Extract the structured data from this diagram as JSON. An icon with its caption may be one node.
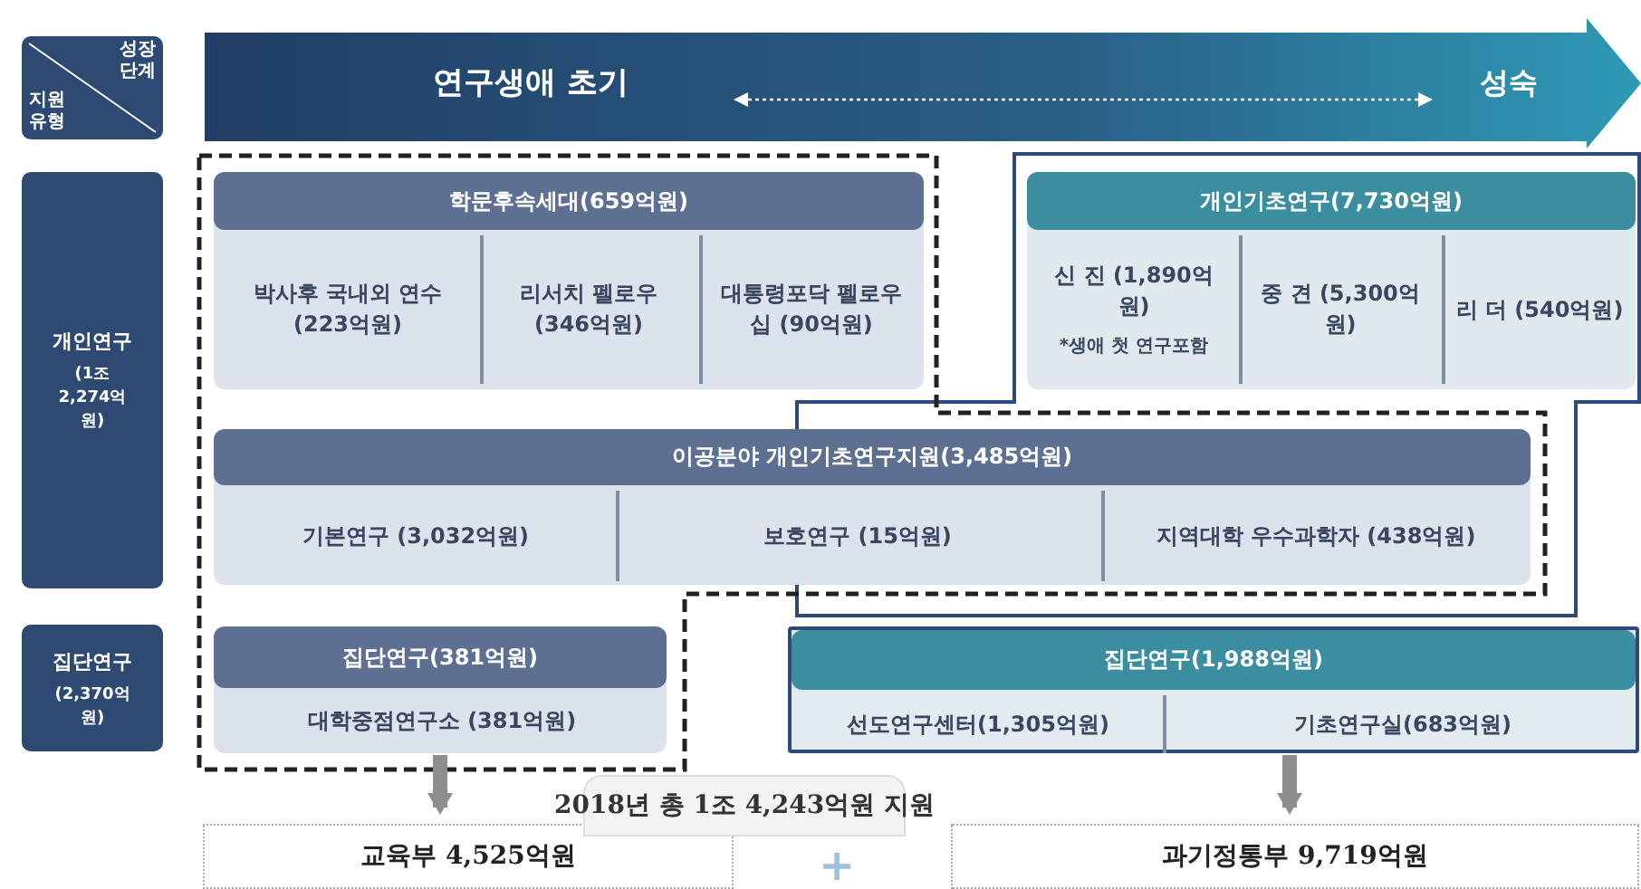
{
  "diagram": {
    "title": "2018년 총 1조 4,243억원 지원",
    "nodes": [
      {
        "text": [
          "성장 단계",
          "지원 유형"
        ]
      },
      {
        "text": [
          "연구생애 초기",
          "성숙"
        ]
      },
      {
        "text": [
          "개인연구",
          "(1조 2,274억원)"
        ]
      },
      {
        "text": [
          "집단연구",
          "(2,370억원)"
        ]
      },
      {
        "text": [
          "학문후속세대(659억원)"
        ]
      },
      {
        "text": [
          "박사후 국내외 연수 (223억원)"
        ],
        "in": 4
      },
      {
        "text": [
          "리서치 펠로우 (346억원)"
        ],
        "in": 4
      },
      {
        "text": [
          "대통령포닥 펠로우십 (90억원)"
        ],
        "in": 4
      },
      {
        "text": [
          "개인기초연구(7,730억원)"
        ]
      },
      {
        "text": [
          "신 진 (1,890억원)",
          "*생애 첫 연구포함"
        ],
        "in": 8
      },
      {
        "text": [
          "중 견 (5,300억원)"
        ],
        "in": 8
      },
      {
        "text": [
          "리 더 (540억원)"
        ],
        "in": 8
      },
      {
        "text": [
          "이공분야 개인기초연구지원(3,485억원)"
        ]
      },
      {
        "text": [
          "기본연구 (3,032억원)"
        ],
        "in": 12
      },
      {
        "text": [
          "보호연구 (15억원)"
        ],
        "in": 12
      },
      {
        "text": [
          "지역대학 우수과학자 (438억원)"
        ],
        "in": 12
      },
      {
        "text": [
          "집단연구(381억원)"
        ]
      },
      {
        "text": [
          "대학중점연구소 (381억원)"
        ],
        "in": 16
      },
      {
        "text": [
          "집단연구(1,988억원)"
        ]
      },
      {
        "text": [
          "선도연구센터(1,305억원)"
        ],
        "in": 18
      },
      {
        "text": [
          "기초연구실(683억원)"
        ],
        "in": 18
      },
      {
        "text": [
          "교육부 4,525억원"
        ]
      },
      {
        "text": [
          "과기정통부 9,719억원"
        ]
      }
    ],
    "edges": [
      {
        "from": 16,
        "to": 21,
        "arrow": "to"
      },
      {
        "from": 18,
        "to": 22,
        "arrow": "to"
      }
    ],
    "labels": [
      "+"
    ]
  }
}
